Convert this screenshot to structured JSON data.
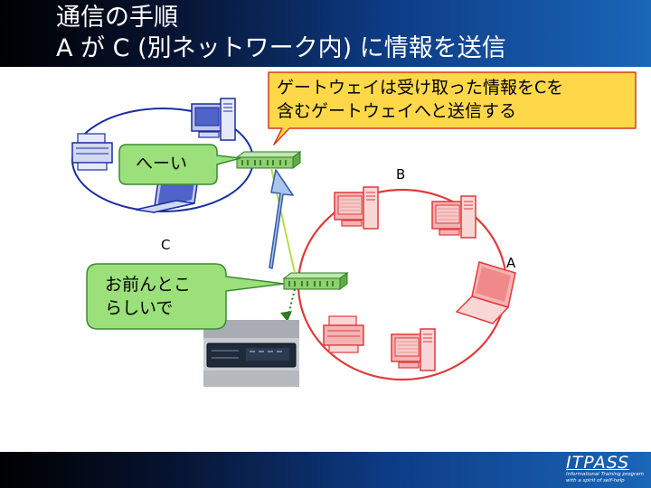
{
  "header": {
    "title_line1": "通信の手順",
    "title_line2": "A が C (別ネットワーク内) に情報を送信"
  },
  "diagram": {
    "node_labels": {
      "a": "A",
      "b": "B",
      "c": "C"
    },
    "callouts": {
      "gateway_note": [
        "ゲートウェイは受け取った情報をCを",
        "含むゲートウェイへと送信する"
      ],
      "hey": [
        "へーい"
      ],
      "you": [
        "お前んとこ",
        "らしいで"
      ]
    },
    "colors": {
      "callout_yellow": "#ffd84a",
      "callout_border": "#d93a1a",
      "callout_green": "#9be07a",
      "callout_green_border": "#3c8a32",
      "arrow_blue": "#a9c6ef",
      "arrow_blue_border": "#3b5fa8",
      "net_red": "#e03a3a",
      "net_blue": "#1a2fa0",
      "switch_green": "#4caf37"
    }
  },
  "footer": {
    "brand": "ITPASS",
    "tagline1": "Informational Training program",
    "tagline2": "with a spirit of self-help"
  }
}
